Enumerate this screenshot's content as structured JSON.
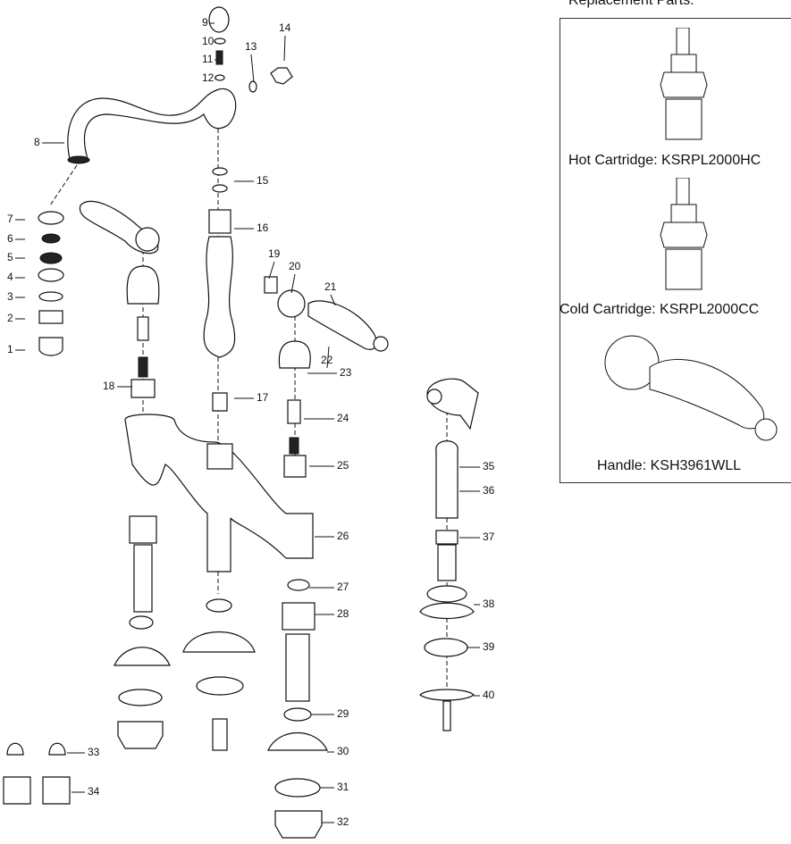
{
  "replacement_parts": {
    "title": "Replacement Parts:",
    "items": [
      {
        "label": "Hot Cartridge: KSRPL2000HC"
      },
      {
        "label": "Cold Cartridge: KSRPL2000CC"
      },
      {
        "label": "Handle: KSH3961WLL"
      }
    ]
  },
  "callouts": [
    "1",
    "2",
    "3",
    "4",
    "5",
    "6",
    "7",
    "8",
    "9",
    "10",
    "11",
    "12",
    "13",
    "14",
    "15",
    "16",
    "17",
    "18",
    "19",
    "20",
    "21",
    "22",
    "23",
    "24",
    "25",
    "26",
    "27",
    "28",
    "29",
    "30",
    "31",
    "32",
    "33",
    "34",
    "35",
    "36",
    "37",
    "38",
    "39",
    "40"
  ]
}
